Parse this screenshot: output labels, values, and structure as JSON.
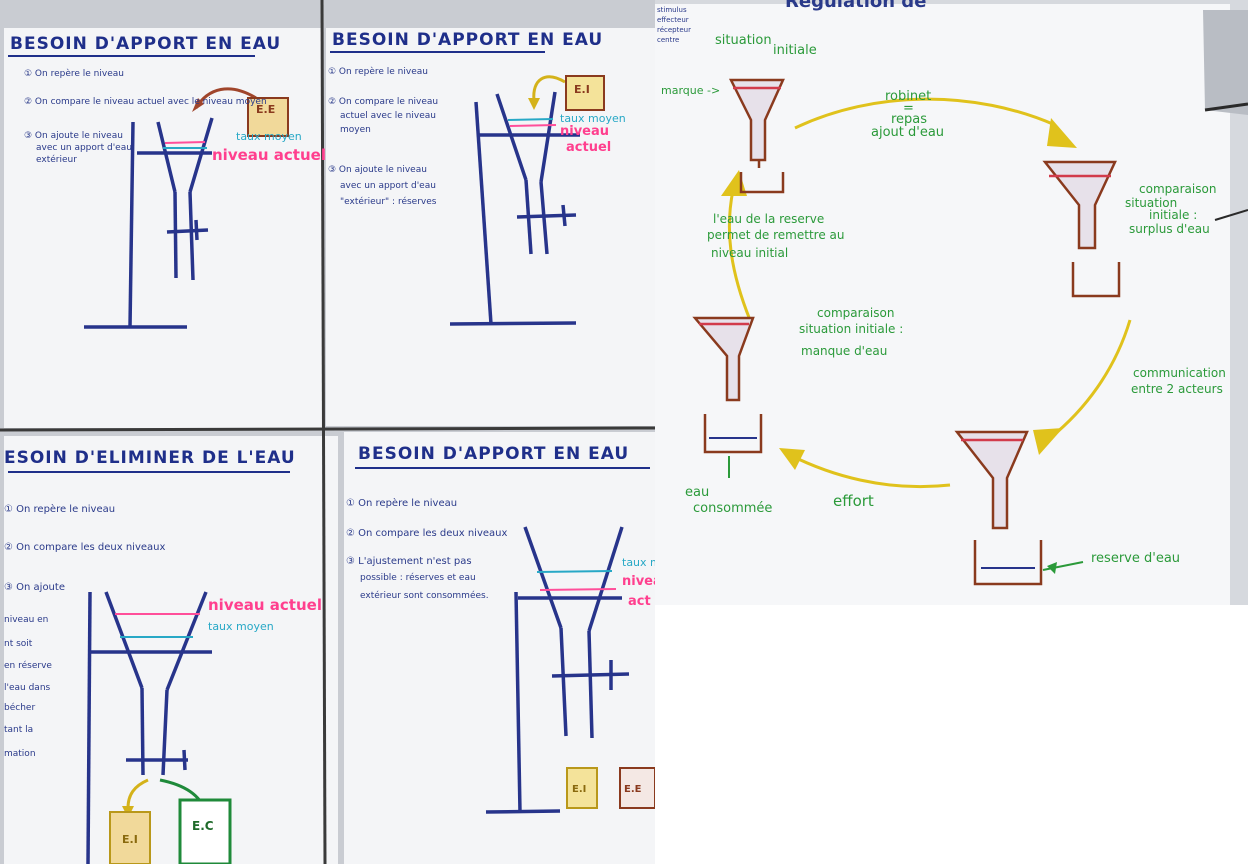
{
  "posters": {
    "top_left": {
      "title": "BESOIN D'APPORT  EN EAU",
      "steps": [
        "① On repère le niveau",
        "② On compare le niveau actuel avec le niveau moyen",
        "③ On ajoute le niveau",
        "avec un apport d'eau",
        "extérieur"
      ],
      "label_ee": "E.E",
      "label_moyen": "taux moyen",
      "label_actuel": "niveau actuel"
    },
    "top_mid": {
      "title": "BESOIN  D'APPORT EN EAU",
      "steps": [
        "① On repère le niveau",
        "② On compare le niveau",
        "actuel avec le niveau",
        "moyen",
        "③ On ajoute le niveau",
        "avec un apport d'eau",
        "\"extérieur\" : réserves"
      ],
      "label_ei": "E.I",
      "label_moyen": "taux moyen",
      "label_niveau": "niveau",
      "label_actuel": "actuel"
    },
    "bottom_left": {
      "title": "ESOIN  D'ELIMINER  DE  L'EAU",
      "steps": [
        "① On repère le niveau",
        "② On compare les deux niveaux",
        "③ On ajoute",
        "niveau en",
        "nt soit",
        "en réserve",
        "l'eau dans",
        "bécher",
        "tant la",
        "mation"
      ],
      "label_actuel": "niveau actuel",
      "label_moyen": "taux moyen",
      "label_ei": "E.I",
      "label_ec": "E.C"
    },
    "bottom_mid": {
      "title": "BESOIN  D'APPORT  EN EAU",
      "steps": [
        "① On repère le niveau",
        "② On compare les deux niveaux",
        "③ L'ajustement n'est pas",
        "possible : réserves et eau",
        "extérieur sont consommées."
      ],
      "label_moyen": "taux m",
      "label_niveau": "niveau",
      "label_actuel": "act",
      "label_ei": "E.I",
      "label_ee": "E.E"
    }
  },
  "cycle_poster": {
    "header": "Régulation de",
    "corner_notes": [
      "stimulus",
      "effecteur",
      "récepteur",
      "centre"
    ],
    "situation": "situation",
    "initiale": "initiale",
    "marque": "marque ->",
    "robinet": "robinet",
    "equals": "=",
    "repas": "repas",
    "ajout": "ajout d'eau",
    "comparaison_surplus": [
      "comparaison",
      "situation",
      "initiale :",
      "surplus d'eau"
    ],
    "reserve_text": [
      "l'eau de la reserve",
      "permet de remettre au",
      "niveau initial"
    ],
    "comparaison_manque": [
      "comparaison",
      "situation initiale :",
      "manque d'eau"
    ],
    "communication": [
      "communication",
      "entre 2 acteurs"
    ],
    "eau": "eau",
    "consommee": "consommée",
    "effort": "effort",
    "reserve_eau": "reserve d'eau"
  }
}
